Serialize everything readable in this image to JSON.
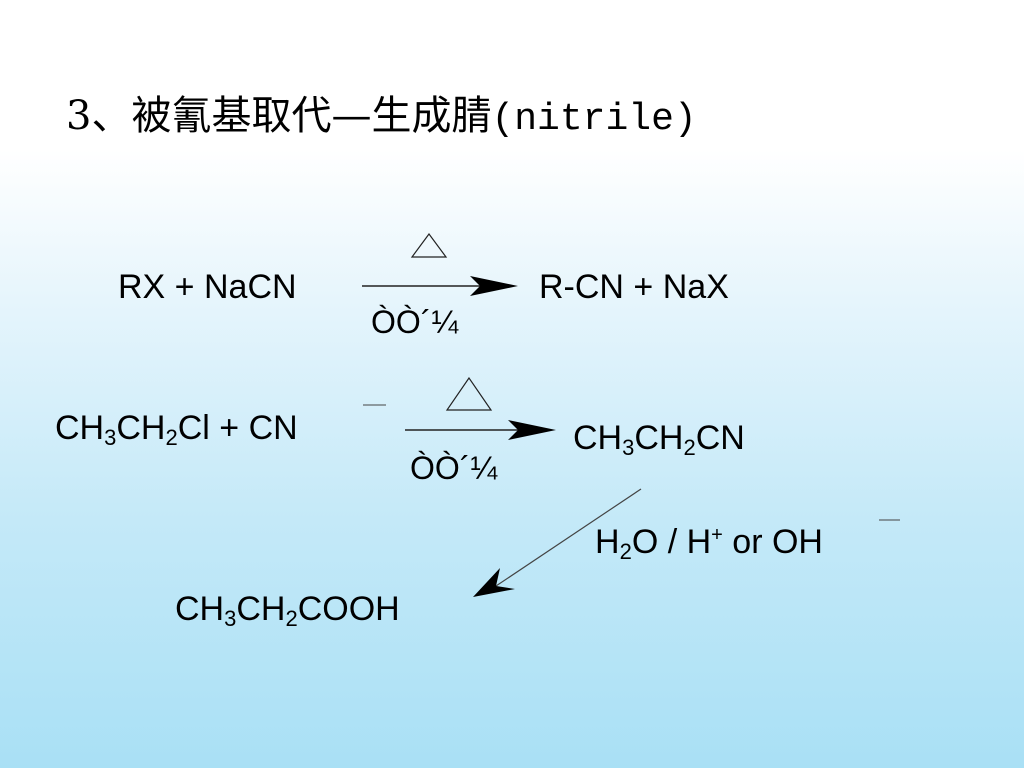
{
  "title": {
    "number": "3、",
    "chinese": "被氰基取代—生成腈",
    "english": "(nitrile)"
  },
  "reaction1": {
    "reactants": "RX + NaCN",
    "products": "R-CN + NaX",
    "heat_symbol": "△",
    "garbled_condition": "ÒÒ´¼"
  },
  "reaction2": {
    "reactant_ch": "CH",
    "reactant_sub1": "3",
    "reactant_ch2": "CH",
    "reactant_sub2": "2",
    "reactant_tail": "Cl + CN",
    "product_ch": "CH",
    "product_sub1": "3",
    "product_ch2": "CH",
    "product_sub2": "2",
    "product_tail": "CN",
    "heat_symbol": "△",
    "garbled_condition": "ÒÒ´¼"
  },
  "hydrolysis": {
    "h": "H",
    "h_sub": "2",
    "rest1": "O / H",
    "plus": "+",
    "rest2": " or OH"
  },
  "acid": {
    "ch": "CH",
    "sub1": "3",
    "ch2": "CH",
    "sub2": "2",
    "tail": "COOH"
  }
}
